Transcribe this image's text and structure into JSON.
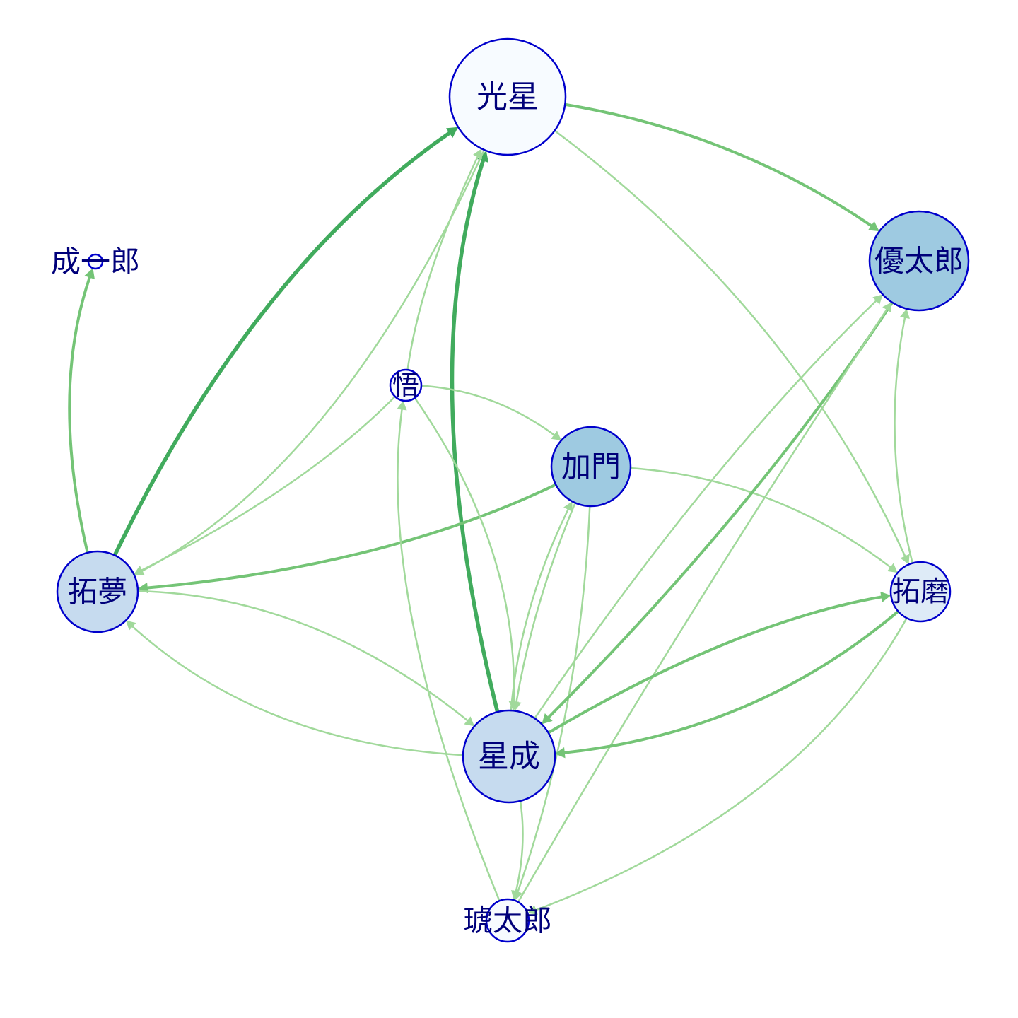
{
  "colors": {
    "node_stroke": "#0000cc",
    "label": "#00007a",
    "node_fill_dark": "#9ecae1",
    "node_fill_mid": "#c6dbef",
    "node_fill_light": "#deebf7",
    "node_fill_lightest": "#f7fbff",
    "edge_heavy": "#41ab5d",
    "edge_mid": "#74c476",
    "edge_light": "#a1d99b"
  },
  "nodes": [
    {
      "id": "kousei",
      "label": "光星",
      "fill": "node_fill_lightest"
    },
    {
      "id": "yutaro",
      "label": "優太郎",
      "fill": "node_fill_dark"
    },
    {
      "id": "seiichiro",
      "label": "成一郎",
      "fill": "node_fill_lightest"
    },
    {
      "id": "satoru",
      "label": "悟",
      "fill": "node_fill_lightest"
    },
    {
      "id": "kamon",
      "label": "加門",
      "fill": "node_fill_dark"
    },
    {
      "id": "takumu",
      "label": "拓夢",
      "fill": "node_fill_mid"
    },
    {
      "id": "takuma",
      "label": "拓磨",
      "fill": "node_fill_light"
    },
    {
      "id": "seina",
      "label": "星成",
      "fill": "node_fill_mid"
    },
    {
      "id": "kotaro",
      "label": "琥太郎",
      "fill": "node_fill_lightest"
    }
  ],
  "edges": [
    {
      "from": "kousei",
      "to": "yutaro",
      "weight": "mid"
    },
    {
      "from": "kousei",
      "to": "takuma",
      "weight": "light"
    },
    {
      "from": "takumu",
      "to": "kousei",
      "weight": "heavy"
    },
    {
      "from": "seina",
      "to": "kousei",
      "weight": "heavy"
    },
    {
      "from": "satoru",
      "to": "kousei",
      "weight": "light"
    },
    {
      "from": "takumu",
      "to": "seiichiro",
      "weight": "mid"
    },
    {
      "from": "kousei",
      "to": "takumu",
      "weight": "light"
    },
    {
      "from": "satoru",
      "to": "takumu",
      "weight": "light"
    },
    {
      "from": "kamon",
      "to": "takumu",
      "weight": "mid"
    },
    {
      "from": "seina",
      "to": "takumu",
      "weight": "light"
    },
    {
      "from": "takumu",
      "to": "seina",
      "weight": "light"
    },
    {
      "from": "satoru",
      "to": "kamon",
      "weight": "light"
    },
    {
      "from": "satoru",
      "to": "seina",
      "weight": "light"
    },
    {
      "from": "kotaro",
      "to": "satoru",
      "weight": "light"
    },
    {
      "from": "kamon",
      "to": "seina",
      "weight": "light"
    },
    {
      "from": "seina",
      "to": "kamon",
      "weight": "light"
    },
    {
      "from": "kamon",
      "to": "takuma",
      "weight": "light"
    },
    {
      "from": "kamon",
      "to": "kotaro",
      "weight": "light"
    },
    {
      "from": "yutaro",
      "to": "seina",
      "weight": "mid"
    },
    {
      "from": "seina",
      "to": "yutaro",
      "weight": "light"
    },
    {
      "from": "kotaro",
      "to": "yutaro",
      "weight": "light"
    },
    {
      "from": "takuma",
      "to": "yutaro",
      "weight": "light"
    },
    {
      "from": "seina",
      "to": "takuma",
      "weight": "mid"
    },
    {
      "from": "takuma",
      "to": "seina",
      "weight": "mid"
    },
    {
      "from": "takuma",
      "to": "kotaro",
      "weight": "light"
    },
    {
      "from": "seina",
      "to": "kotaro",
      "weight": "light"
    }
  ]
}
